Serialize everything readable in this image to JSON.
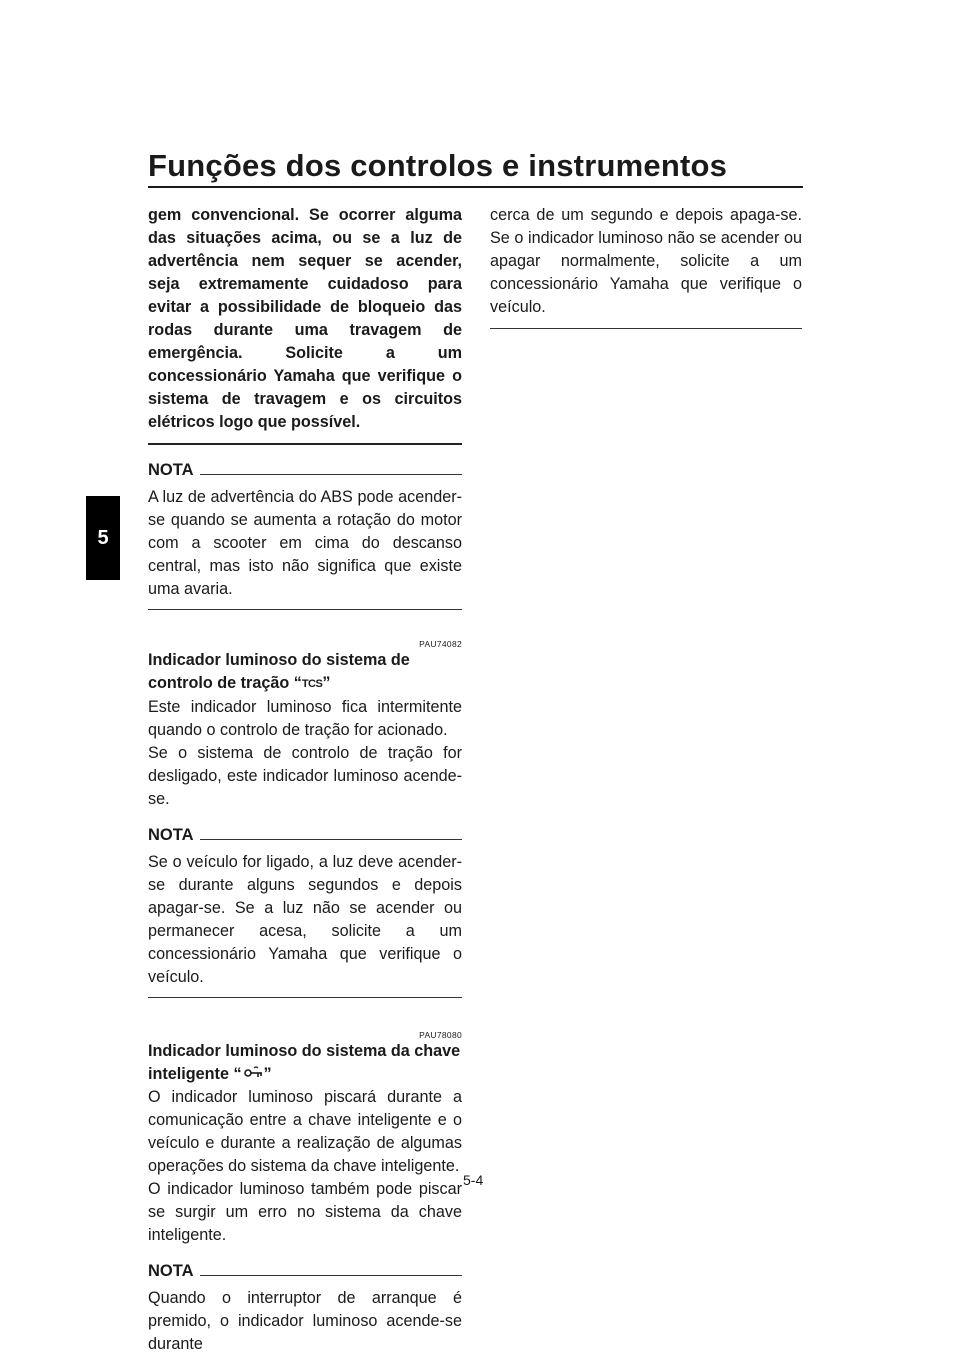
{
  "header": {
    "title": "Funções dos controlos e instrumentos"
  },
  "chapter_tab": "5",
  "left": {
    "warning_continuation": "gem convencional. Se ocorrer alguma das situações acima, ou se a luz de advertência nem sequer se acender, seja extremamente cuidadoso para evitar a possibilidade de bloqueio das rodas durante uma travagem de emergência. Solicite a um concessionário Yamaha que verifique o sistema de travagem e os circuitos elétricos logo que possível.",
    "note1": {
      "label": "NOTA",
      "text": "A luz de advertência do ABS pode acender-se quando se aumenta a rotação do motor com a scooter em cima do descanso central, mas isto não significa que existe uma avaria."
    },
    "section1": {
      "code": "PAU74082",
      "title_a": "Indicador luminoso do sistema de controlo de tração “",
      "icon_text": "TCS",
      "title_b": "”",
      "body1": "Este indicador luminoso fica intermitente quando o controlo de tração for acionado.",
      "body2": "Se o sistema de controlo de tração for desligado, este indicador luminoso acende-se."
    },
    "note2": {
      "label": "NOTA",
      "text": "Se o veículo for ligado, a luz deve acender-se durante alguns segundos e depois apagar-se. Se a luz não se acender ou permanecer acesa, solicite a um concessionário Yamaha que verifique o veículo."
    },
    "section2": {
      "code": "PAU78080",
      "title_a": "Indicador luminoso do sistema da chave inteligente “",
      "icon": "smart-key-icon",
      "title_b": "”",
      "body1": "O indicador luminoso piscará durante a comunicação entre a chave inteligente e o veículo e durante a realização de algumas operações do sistema da chave inteligente.",
      "body2": "O indicador luminoso também pode piscar se surgir um erro no sistema da chave inteligente."
    },
    "note3": {
      "label": "NOTA",
      "text": "Quando o interruptor de arranque é premido, o indicador luminoso acende-se durante"
    }
  },
  "right": {
    "note3_continuation": "cerca de um segundo e depois apaga-se. Se o indicador luminoso não se acender ou apagar normalmente, solicite a um concessionário Yamaha que verifique o veículo."
  },
  "footer": {
    "page_number": "5-4"
  }
}
